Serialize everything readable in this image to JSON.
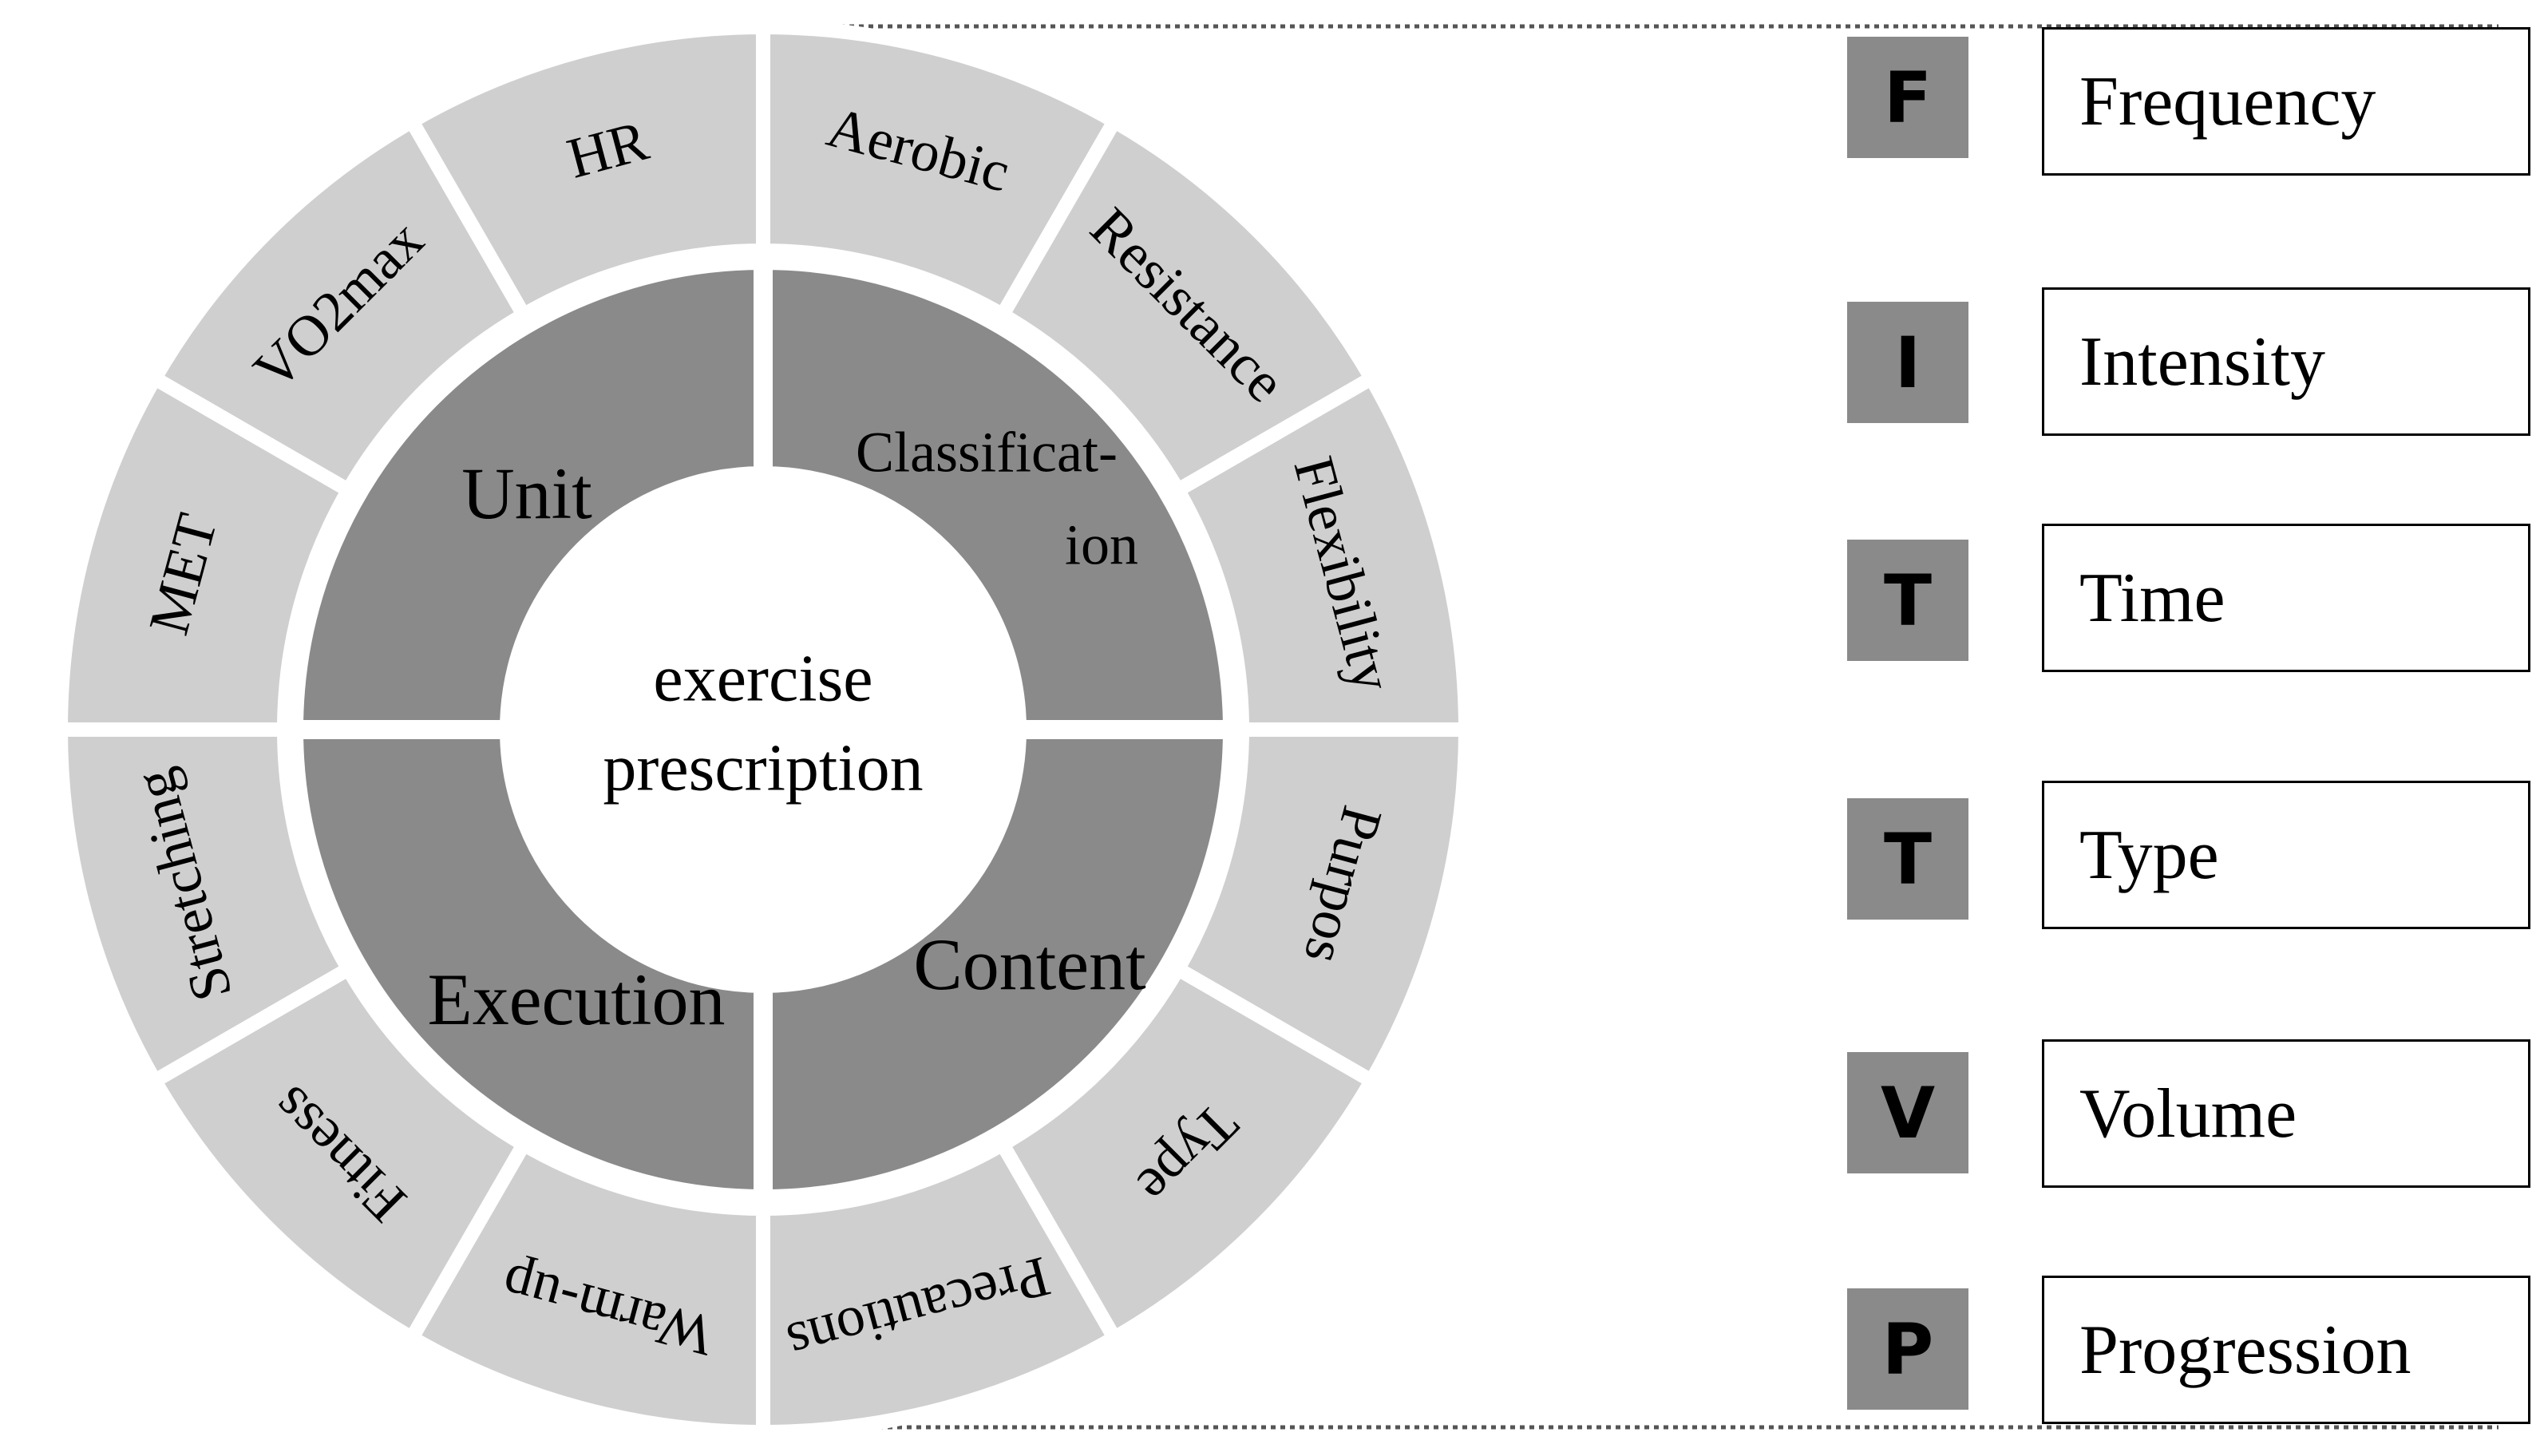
{
  "center": {
    "line1": "exercise",
    "line2": "prescription"
  },
  "inner_ring": [
    {
      "label": "Unit"
    },
    {
      "label_line1": "Classificat-",
      "label_line2": "ion"
    },
    {
      "label": "Content"
    },
    {
      "label": "Execution"
    }
  ],
  "outer_ring": [
    {
      "label": "Aerobic"
    },
    {
      "label": "Resistance"
    },
    {
      "label": "Flexibility"
    },
    {
      "label": "Purpos"
    },
    {
      "label": "Type"
    },
    {
      "label": "Precautions"
    },
    {
      "label": "Warm-up"
    },
    {
      "label": "Fitness"
    },
    {
      "label": "Stretching"
    },
    {
      "label": "MET"
    },
    {
      "label": "VO2max"
    },
    {
      "label": "HR"
    }
  ],
  "legend": [
    {
      "letter": "F",
      "label": "Frequency"
    },
    {
      "letter": "I",
      "label": "Intensity"
    },
    {
      "letter": "T",
      "label": "Time"
    },
    {
      "letter": "T",
      "label": "Type"
    },
    {
      "letter": "V",
      "label": "Volume"
    },
    {
      "letter": "P",
      "label": "Progression"
    }
  ],
  "colors": {
    "outer_ring": "#d0cfd0",
    "inner_ring": "#8b8a8b",
    "center": "#ffffff",
    "legend_letter_box": "#8b8a8b",
    "dotted_line": "#555555"
  }
}
